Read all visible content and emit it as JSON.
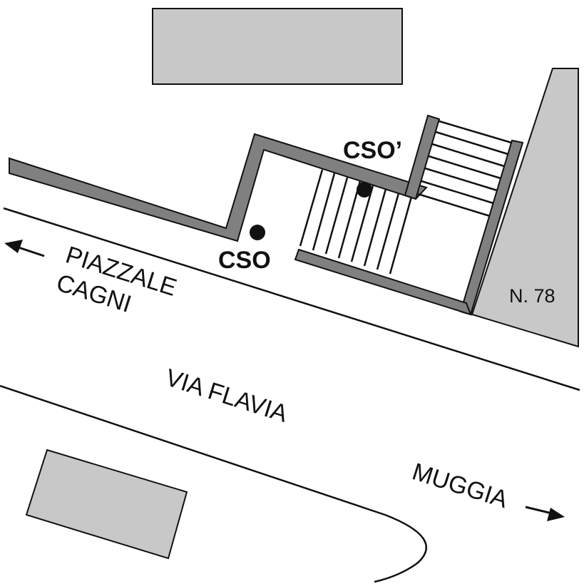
{
  "map": {
    "labels": {
      "piazzale": "PIAZZALE",
      "cagni": "CAGNI",
      "via_flavia": "VIA FLAVIA",
      "muggia": "MUGGIA",
      "cso": "CSO",
      "cso_prime": "CSO’",
      "house_number": "N. 78"
    },
    "colors": {
      "building_fill": "#c8c8c8",
      "wall_fill": "#808080",
      "line": "#111111",
      "background": "#ffffff"
    },
    "icons": [
      "arrow-left-icon",
      "arrow-right-icon",
      "station-dot-icon"
    ]
  }
}
